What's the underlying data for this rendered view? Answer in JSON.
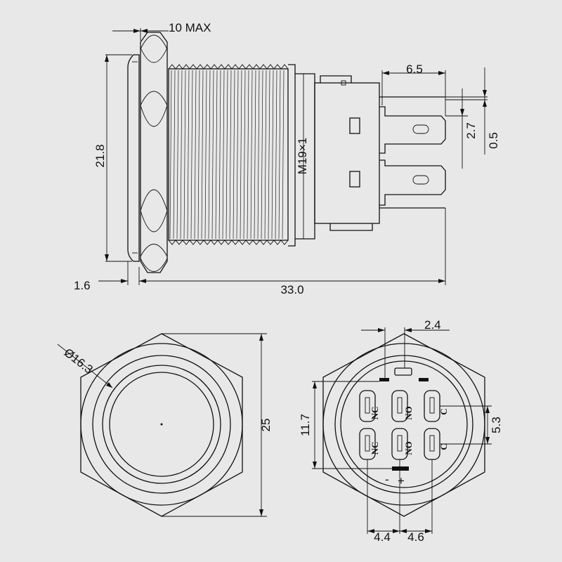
{
  "colors": {
    "background": "#e8e8e8",
    "line": "#111111"
  },
  "side_view": {
    "dim_bezel_max": "10 MAX",
    "dim_height": "21.8",
    "dim_flange": "1.6",
    "dim_total_length": "33.0",
    "thread_label": "M19×1",
    "dim_terminal": "6.5",
    "dim_terminal_width": "2.7",
    "dim_terminal_thickness": "0.5"
  },
  "front_view": {
    "dim_diameter": "Ø16.3",
    "dim_hex": "25"
  },
  "rear_view": {
    "dim_top": "2.4",
    "dim_height": "11.7",
    "dim_pin_spacing_v": "5.3",
    "dim_pitch_left": "4.4",
    "dim_pitch_right": "4.6",
    "terminal_labels": {
      "top_nc": "NC",
      "top_no": "NO",
      "top_c": "C",
      "bottom_nc": "NC",
      "bottom_no": "NO",
      "bottom_c": "C"
    },
    "polarity_minus": "-",
    "polarity_plus": "+"
  }
}
